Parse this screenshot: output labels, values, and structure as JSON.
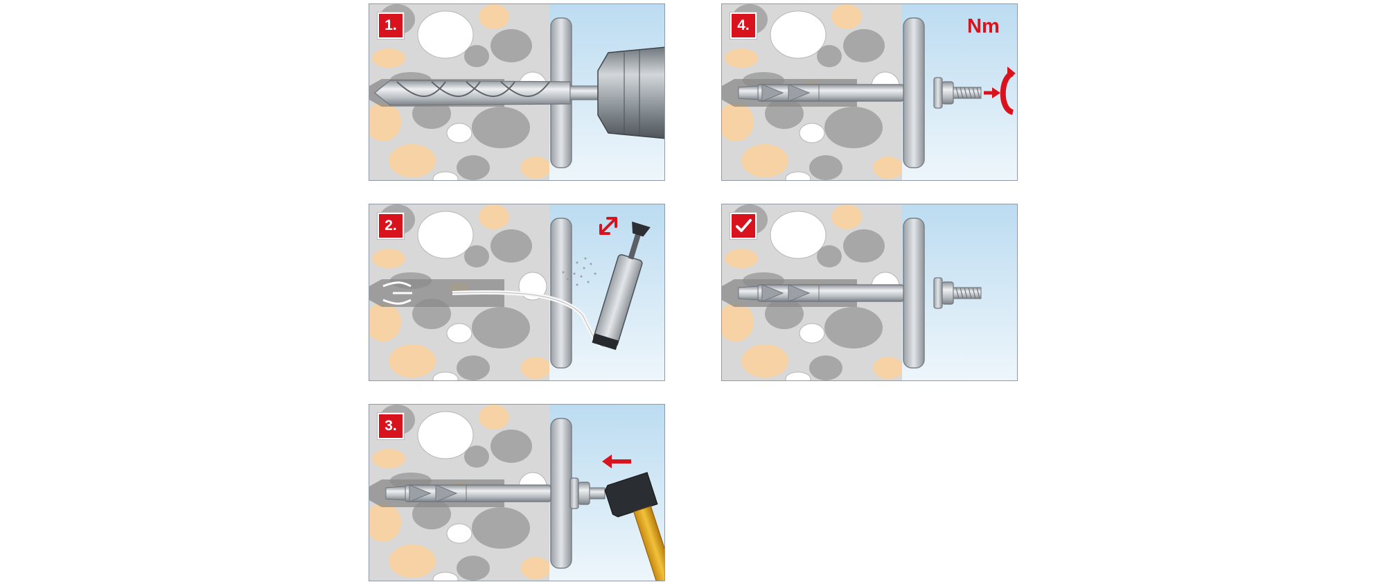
{
  "steps": [
    {
      "id": "step-1",
      "label": "1.",
      "icon": "drill-icon"
    },
    {
      "id": "step-2",
      "label": "2.",
      "icon": "blow-out-pump-icon"
    },
    {
      "id": "step-3",
      "label": "3.",
      "icon": "hammer-icon"
    },
    {
      "id": "step-4",
      "label": "4.",
      "icon": "torque-arrow-icon",
      "unit_text": "Nm"
    },
    {
      "id": "step-done",
      "label": "",
      "icon": "checkmark-icon"
    }
  ],
  "colors": {
    "badge": "#d8131d",
    "concrete": "#d8d8d8",
    "stone_grey": "#a7a7a7",
    "stone_beige": "#f6d2a5",
    "stone_white": "#ffffff",
    "sky": "#cfe4f3",
    "steel": "#c8ccd0"
  }
}
